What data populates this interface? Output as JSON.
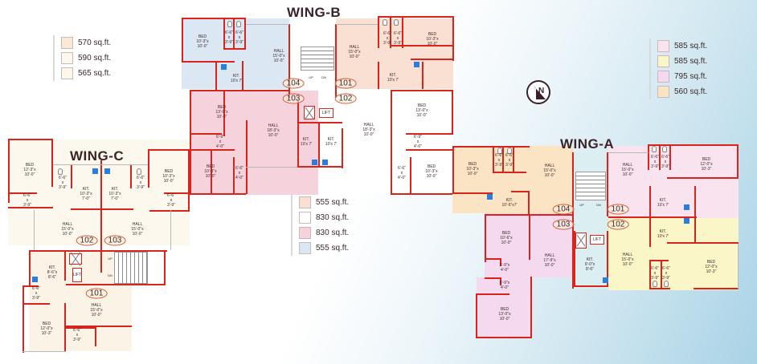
{
  "wings": {
    "b": {
      "title": "WING-B"
    },
    "c": {
      "title": "WING-C"
    },
    "a": {
      "title": "WING-A"
    }
  },
  "compass": {
    "label": "N"
  },
  "legends": {
    "wing_c": [
      {
        "area": "570 sq.ft.",
        "color": "#fbe9d6"
      },
      {
        "area": "590 sq.ft.",
        "color": "#fdf8ee"
      },
      {
        "area": "565 sq.ft.",
        "color": "#fdf8ea"
      }
    ],
    "wing_b": [
      {
        "area": "555 sq.ft.",
        "color": "#f9e0d2"
      },
      {
        "area": "830 sq.ft.",
        "color": "#ffffff"
      },
      {
        "area": "830 sq.ft.",
        "color": "#f6d3dc"
      },
      {
        "area": "555 sq.ft.",
        "color": "#dbe8f3"
      }
    ],
    "wing_a": [
      {
        "area": "585 sq.ft.",
        "color": "#f9e3ee"
      },
      {
        "area": "585 sq.ft.",
        "color": "#fbf6c8"
      },
      {
        "area": "795 sq.ft.",
        "color": "#f5d9ee"
      },
      {
        "area": "560 sq.ft.",
        "color": "#fbe4c4"
      }
    ]
  },
  "units": {
    "b104": "104",
    "b101": "101",
    "b103": "103",
    "b102": "102",
    "c102": "102",
    "c103": "103",
    "c101": "101",
    "a104": "104",
    "a103": "103",
    "a101": "101",
    "a102": "102"
  },
  "rooms": {
    "b_bed_104": "BED\n10'-3\"x\n10'-0\"",
    "b_toilet1_104": "6'-6\"\nx\n3'-9\"",
    "b_toilet2_104": "6'-6\"\nx\n3'-9\"",
    "b_hall_104": "HALL\n15'-0\"x\n10'-0\"",
    "b_kit_104": "KIT.\n10'x 7'",
    "b_hall_101": "HALL\n15'-0\"x\n10'-0\"",
    "b_toilet1_101": "6'-6\"\nx\n3'-9\"",
    "b_toilet2_101": "6'-6\"\nx\n3'-9\"",
    "b_bed_101": "BED\n10'-3\"x\n10'-0\"",
    "b_kit_101": "KIT.\n10'x 7'",
    "b_bed1_103": "BED\n13'-0\"x\n10'-0\"",
    "b_hall_103": "HALL\n18'-3\"x\n10'-0\"",
    "b_toilet1_103": "6'-9\"\nx\n4'-0\"",
    "b_bed2_103": "BED\n10'-3\"x\n10'-0\"",
    "b_toilet2_103": "6'-6\"\nx\n4'-0\"",
    "b_kit_103": "KIT.\n10'x 7'",
    "b_kit_102": "KIT.\n10'x 7'",
    "b_hall_102": "HALL\n18'-3\"x\n10'-0\"",
    "b_bed1_102": "BED\n13'-0\"x\n10'-0\"",
    "b_toilet1_102": "6'-9\"\nx\n4'-0\"",
    "b_toilet2_102": "6'-6\"\nx\n4'-0\"",
    "b_bed2_102": "BED\n10'-3\"x\n10'-0\"",
    "b_lift": "LIFT",
    "c_bed_102": "BED\n12'-3\"x\n10'-0\"",
    "c_toilet1_102": "6'-6\"\nx\n3'-9\"",
    "c_toilet2_102": "6'-6\"\nx\n3'-9\"",
    "c_kit_102": "KIT.\n10'-3\"x\n7'-0\"",
    "c_kit_103": "KIT.\n10'-3\"x\n7'-0\"",
    "c_toilet1_103": "6'-6\"\nx\n3'-9\"",
    "c_toilet2_103": "6'-6\"\nx\n3'-9\"",
    "c_bed_103": "BED\n10'-3\"x\n10'-0\"",
    "c_hall_102": "HALL\n15'-0\"x\n10'-0\"",
    "c_hall_103": "HALL\n15'-0\"x\n10'-0\"",
    "c_kit_101": "KIT.\n8'-6\"x\n8'-6\"",
    "c_toilet1_101": "6'-6\"\nx\n3'-9\"",
    "c_hall_101": "HALL\n15'-0\"x\n10'-0\"",
    "c_bed_101": "BED\n12'-0\"x\n10'-3\"",
    "c_toilet2_101": "6'-6\"\nx\n3'-9\"",
    "c_lift": "LIFT",
    "c_up": "UP",
    "c_dn": "DN",
    "a_bed_104": "BED\n10'-3\"x\n10'-0\"",
    "a_toilet1_104": "6'-6\"\nx\n3'-9\"",
    "a_toilet2_104": "6'-6\"\nx\n3'-9\"",
    "a_hall_104": "HALL\n15'-0\"x\n10'-0\"",
    "a_kit_104": "KIT.\n10'-6\"x7'",
    "a_hall_101": "HALL\n15'-0\"x\n10'-0\"",
    "a_toilet1_101": "6'-6\"\nx\n3'-9\"",
    "a_toilet2_101": "6'-6\"\nx\n3'-9\"",
    "a_bed_101": "BED\n12'-0\"x\n10'-3\"",
    "a_kit_101": "KIT.\n10'x 7'",
    "a_kit_102": "KIT.\n10'x 7'",
    "a_hall_102": "HALL\n15'-0\"x\n10'-0\"",
    "a_toilet1_102": "6'-6\"\nx\n3'-9\"",
    "a_toilet2_102": "6'-6\"\nx\n3'-9\"",
    "a_bed_102": "BED\n12'-0\"x\n10'-3\"",
    "a_bed1_103": "BED\n10'-6\"x\n10'-0\"",
    "a_toilet1_103": "6'-9\"x\n4'-0\"",
    "a_toilet2_103": "6'-9\"x\n4'-0\"",
    "a_hall_103": "HALL\n17'-9\"x\n10'-0\"",
    "a_kit_103": "KIT.\n9'-0\"x\n8'-6\"",
    "a_bed2_103": "BED\n13'-0\"x\n10'-0\"",
    "a_lift": "LIFT",
    "a_up": "UP",
    "a_dn": "DN",
    "b_up": "UP",
    "b_dn": "DN"
  }
}
